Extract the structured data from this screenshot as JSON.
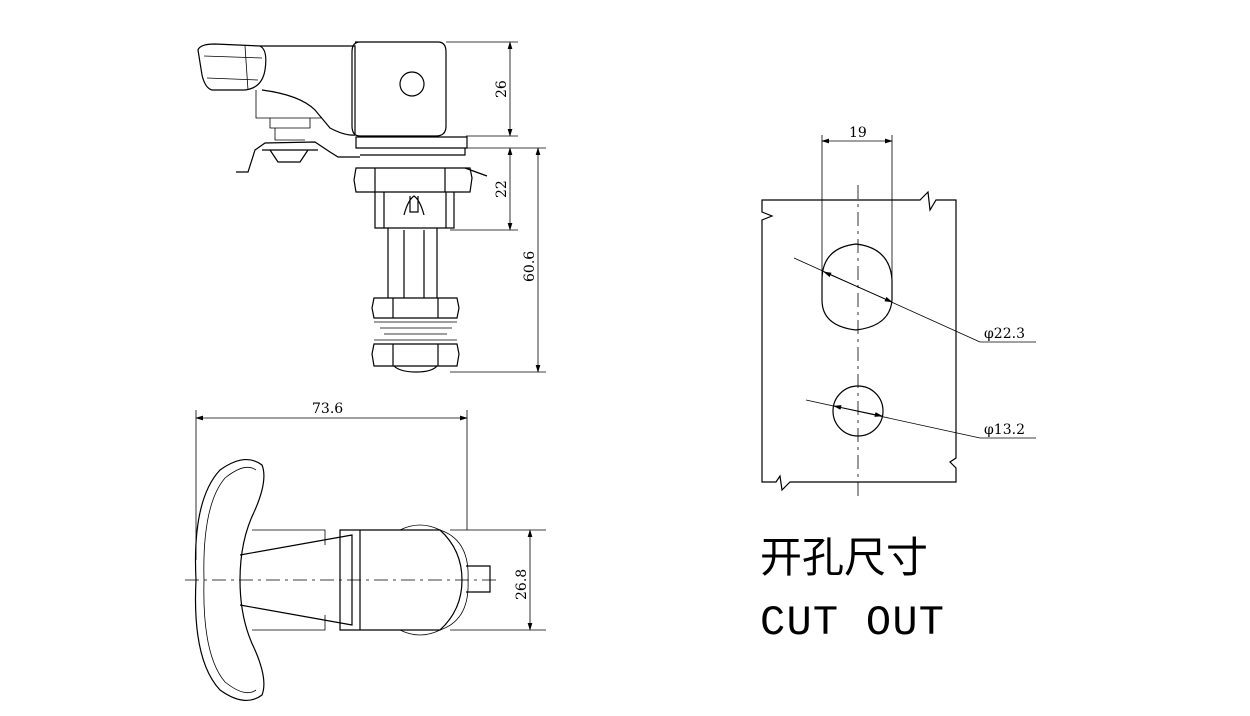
{
  "dimensions": {
    "height_top": "26",
    "height_mid": "22",
    "height_total": "60.6",
    "length_total": "73.6",
    "width_body": "26.8",
    "cutout_width": "19",
    "cutout_large_dia": "φ22.3",
    "cutout_small_dia": "φ13.2"
  },
  "caption": {
    "chinese": "开孔尺寸",
    "english": "CUT OUT"
  }
}
